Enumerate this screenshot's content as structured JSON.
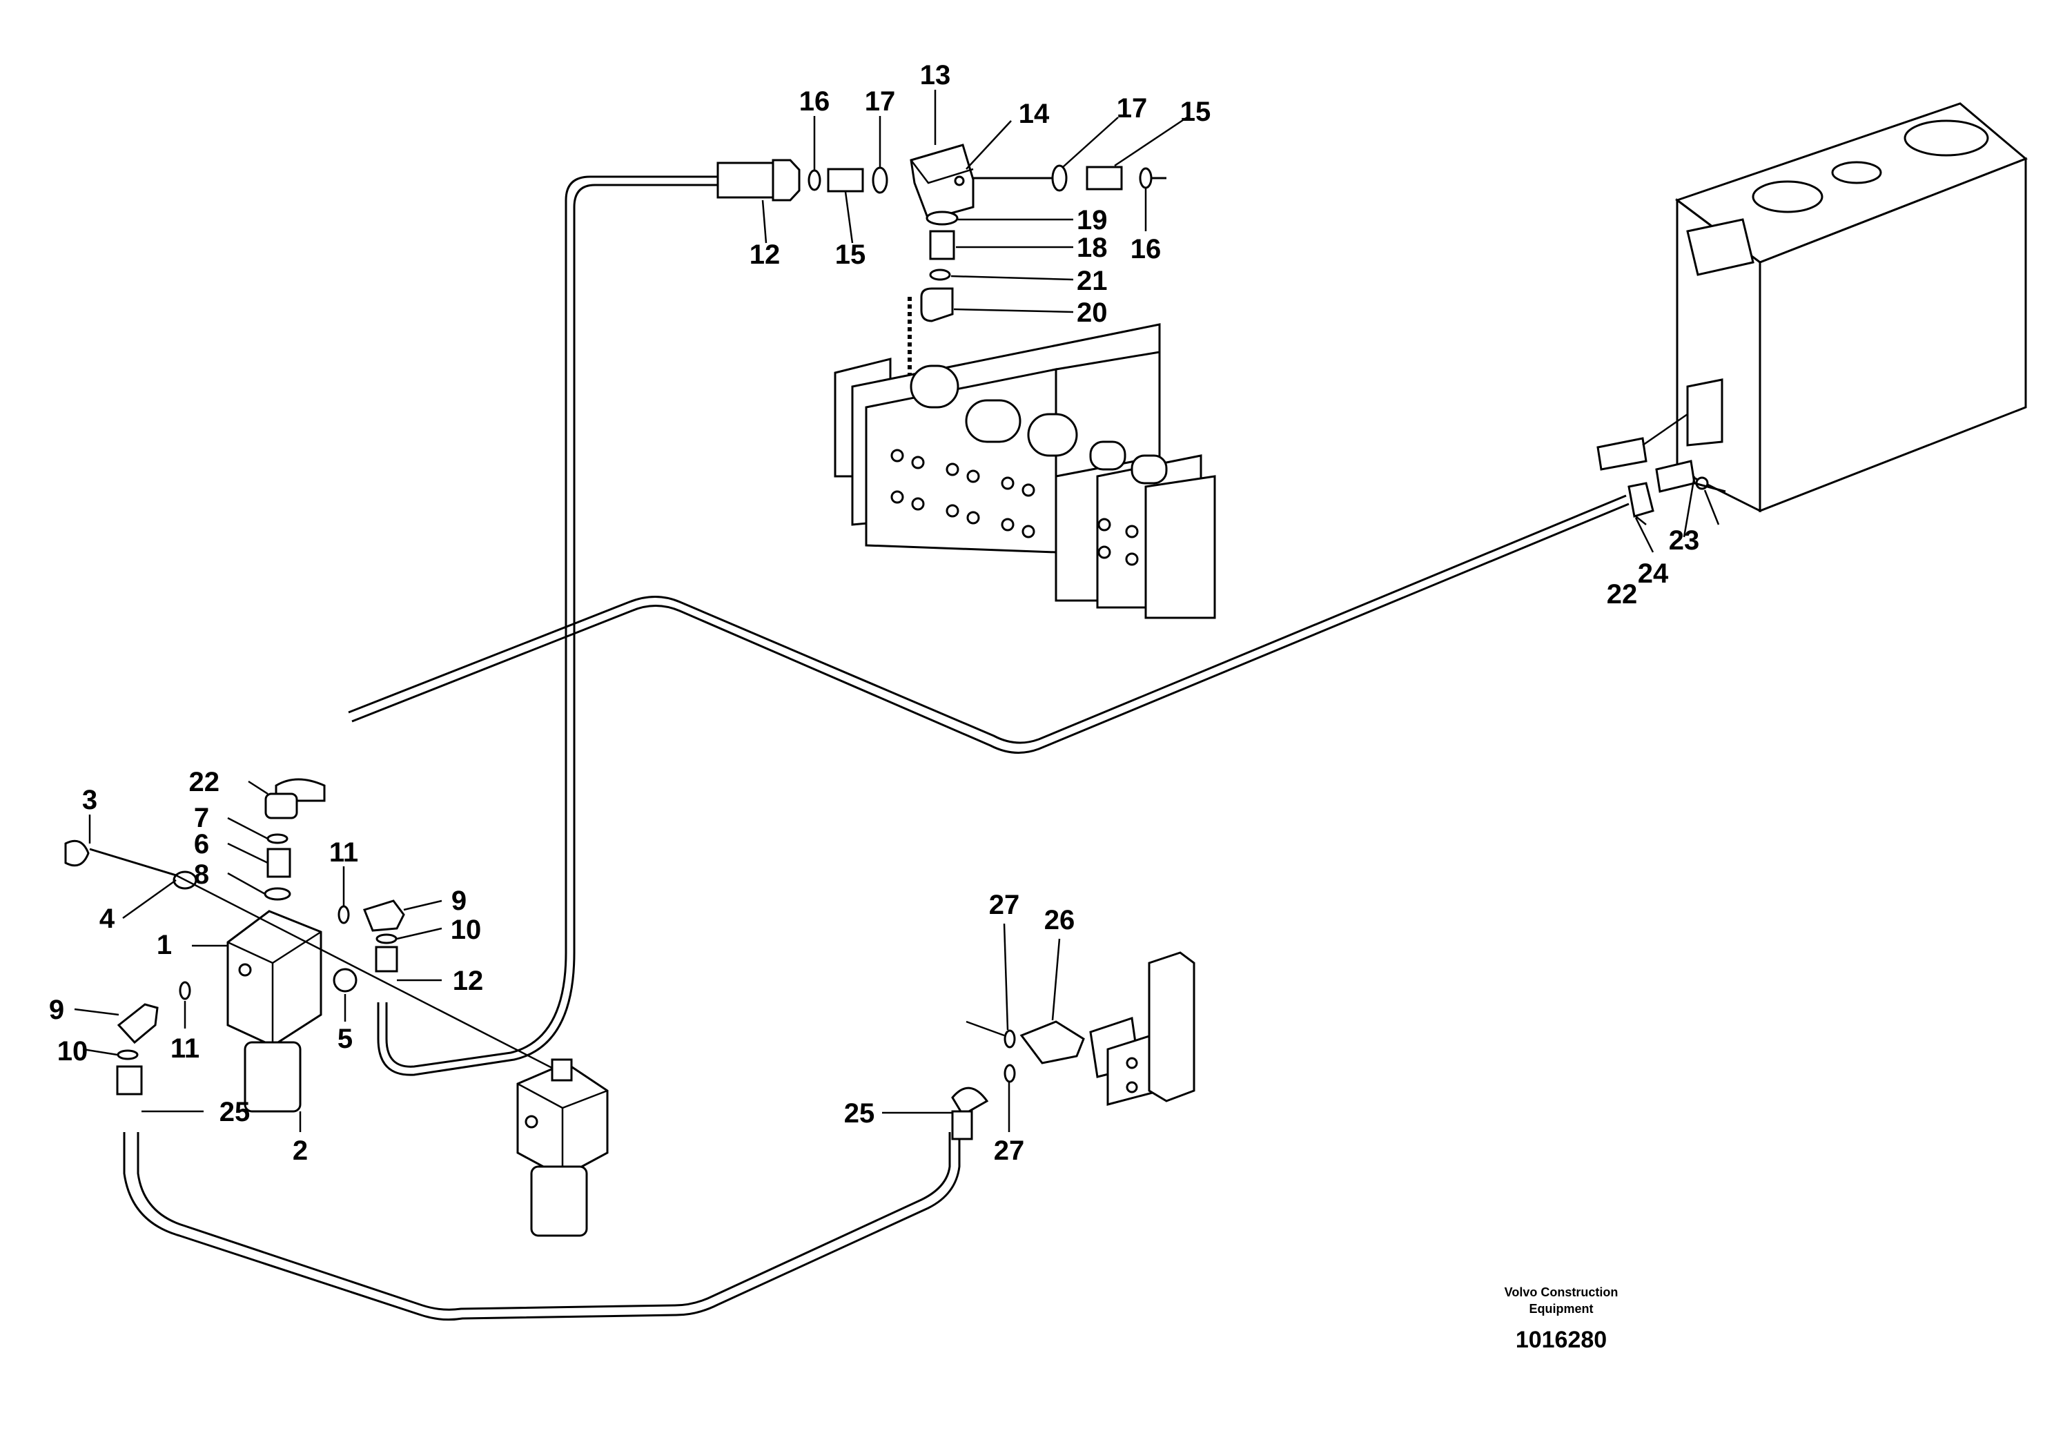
{
  "callouts": [
    {
      "id": "c1",
      "text": "1"
    },
    {
      "id": "c2",
      "text": "2"
    },
    {
      "id": "c3",
      "text": "3"
    },
    {
      "id": "c4",
      "text": "4"
    },
    {
      "id": "c5",
      "text": "5"
    },
    {
      "id": "c6",
      "text": "6"
    },
    {
      "id": "c7",
      "text": "7"
    },
    {
      "id": "c8",
      "text": "8"
    },
    {
      "id": "c9a",
      "text": "9"
    },
    {
      "id": "c9b",
      "text": "9"
    },
    {
      "id": "c10a",
      "text": "10"
    },
    {
      "id": "c10b",
      "text": "10"
    },
    {
      "id": "c11a",
      "text": "11"
    },
    {
      "id": "c11b",
      "text": "11"
    },
    {
      "id": "c12a",
      "text": "12"
    },
    {
      "id": "c12b",
      "text": "12"
    },
    {
      "id": "c13",
      "text": "13"
    },
    {
      "id": "c14",
      "text": "14"
    },
    {
      "id": "c15a",
      "text": "15"
    },
    {
      "id": "c15b",
      "text": "15"
    },
    {
      "id": "c16a",
      "text": "16"
    },
    {
      "id": "c16b",
      "text": "16"
    },
    {
      "id": "c17a",
      "text": "17"
    },
    {
      "id": "c17b",
      "text": "17"
    },
    {
      "id": "c18",
      "text": "18"
    },
    {
      "id": "c19",
      "text": "19"
    },
    {
      "id": "c20",
      "text": "20"
    },
    {
      "id": "c21",
      "text": "21"
    },
    {
      "id": "c22a",
      "text": "22"
    },
    {
      "id": "c22b",
      "text": "22"
    },
    {
      "id": "c23",
      "text": "23"
    },
    {
      "id": "c24",
      "text": "24"
    },
    {
      "id": "c25a",
      "text": "25"
    },
    {
      "id": "c25b",
      "text": "25"
    },
    {
      "id": "c26",
      "text": "26"
    },
    {
      "id": "c27a",
      "text": "27"
    },
    {
      "id": "c27b",
      "text": "27"
    }
  ],
  "footer": {
    "brand_line1": "Volvo Construction",
    "brand_line2": "Equipment",
    "drawing_number": "1016280"
  }
}
